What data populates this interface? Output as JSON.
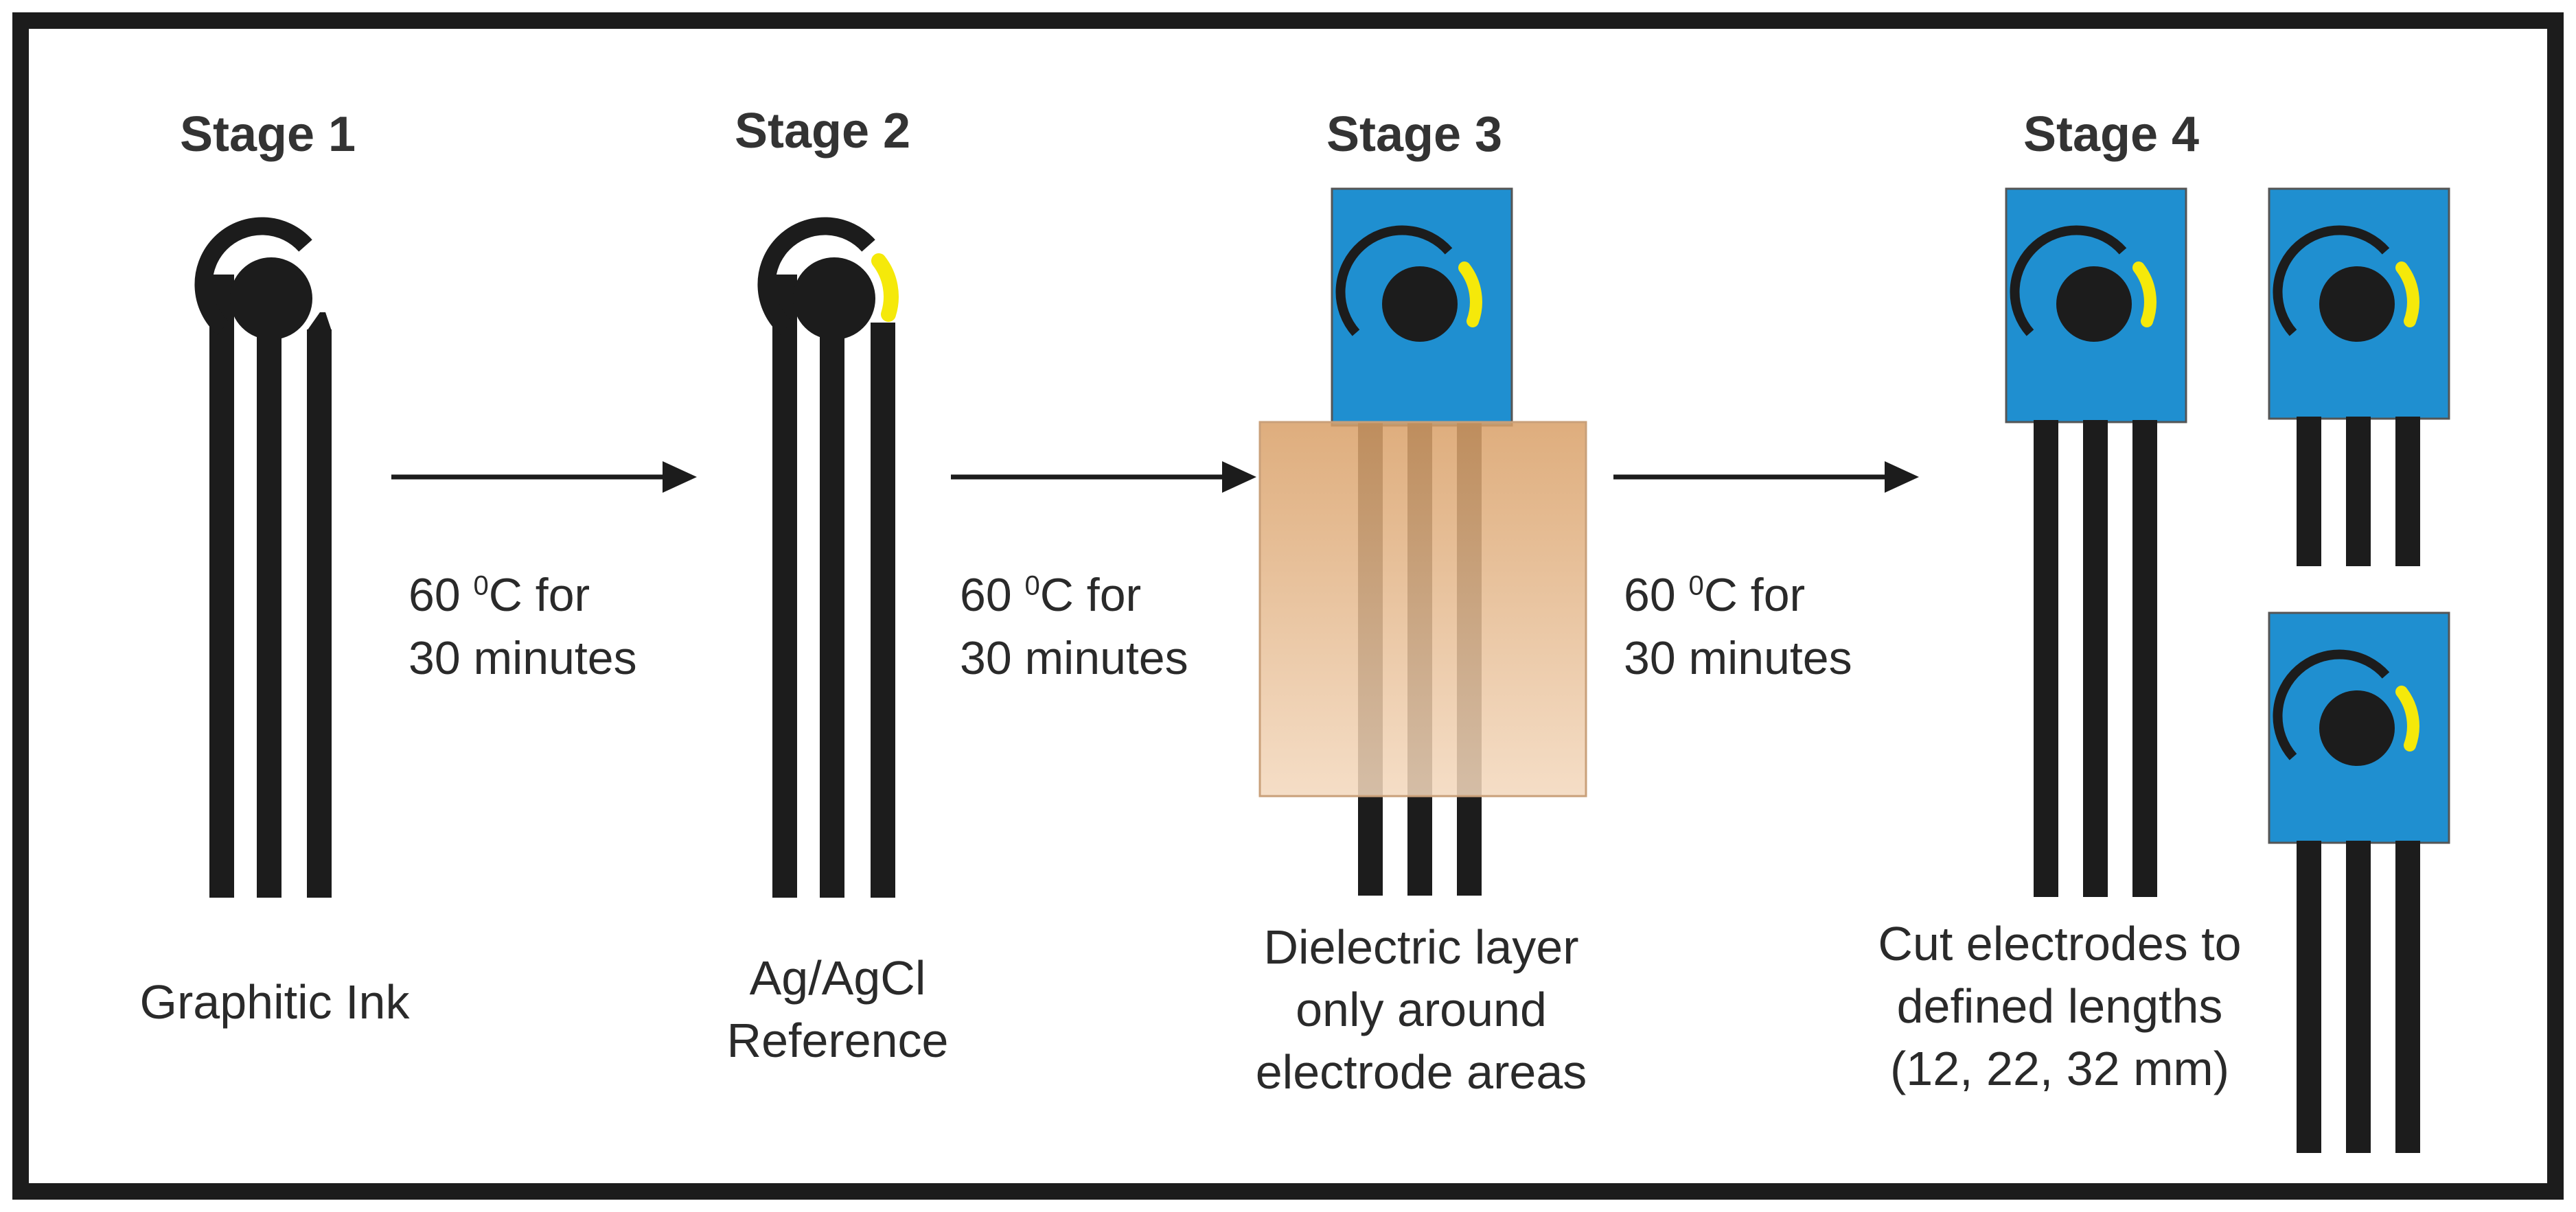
{
  "colors": {
    "frame": "#1c1c1c",
    "trace": "#1c1c1c",
    "substrate": "#1f8fd0",
    "reference": "#f5e90a",
    "dielectric_top": "#d9a068",
    "dielectric_bottom": "#f3d8bd",
    "arrow": "#1c1c1c"
  },
  "stages": [
    {
      "title": "Stage 1",
      "note": [
        "Graphitic Ink"
      ]
    },
    {
      "title": "Stage 2",
      "note": [
        "Ag/AgCl",
        "Reference"
      ]
    },
    {
      "title": "Stage 3",
      "note": [
        "Dielectric layer",
        "only around",
        "electrode areas"
      ]
    },
    {
      "title": "Stage 4",
      "note": [
        "Cut electrodes to",
        "defined lengths",
        "(12, 22, 32 mm)"
      ]
    }
  ],
  "conditions": [
    {
      "temp": "60",
      "deg": "0",
      "unit": "C for",
      "duration": "30 minutes"
    },
    {
      "temp": "60",
      "deg": "0",
      "unit": "C for",
      "duration": "30 minutes"
    },
    {
      "temp": "60",
      "deg": "0",
      "unit": "C for",
      "duration": "30 minutes"
    }
  ]
}
